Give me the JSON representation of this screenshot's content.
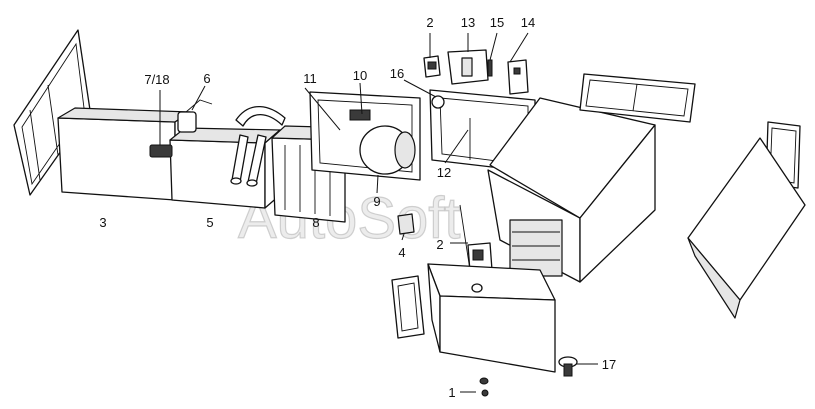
{
  "diagram": {
    "watermark": "AutoSoft",
    "callouts": {
      "c1": "1",
      "c2a": "2",
      "c2b": "2",
      "c3": "3",
      "c4": "4",
      "c5": "5",
      "c6": "6",
      "c7_18": "7/18",
      "c8": "8",
      "c9": "9",
      "c10": "10",
      "c11": "11",
      "c12": "12",
      "c13": "13",
      "c14": "14",
      "c15": "15",
      "c16": "16",
      "c17": "17"
    }
  }
}
